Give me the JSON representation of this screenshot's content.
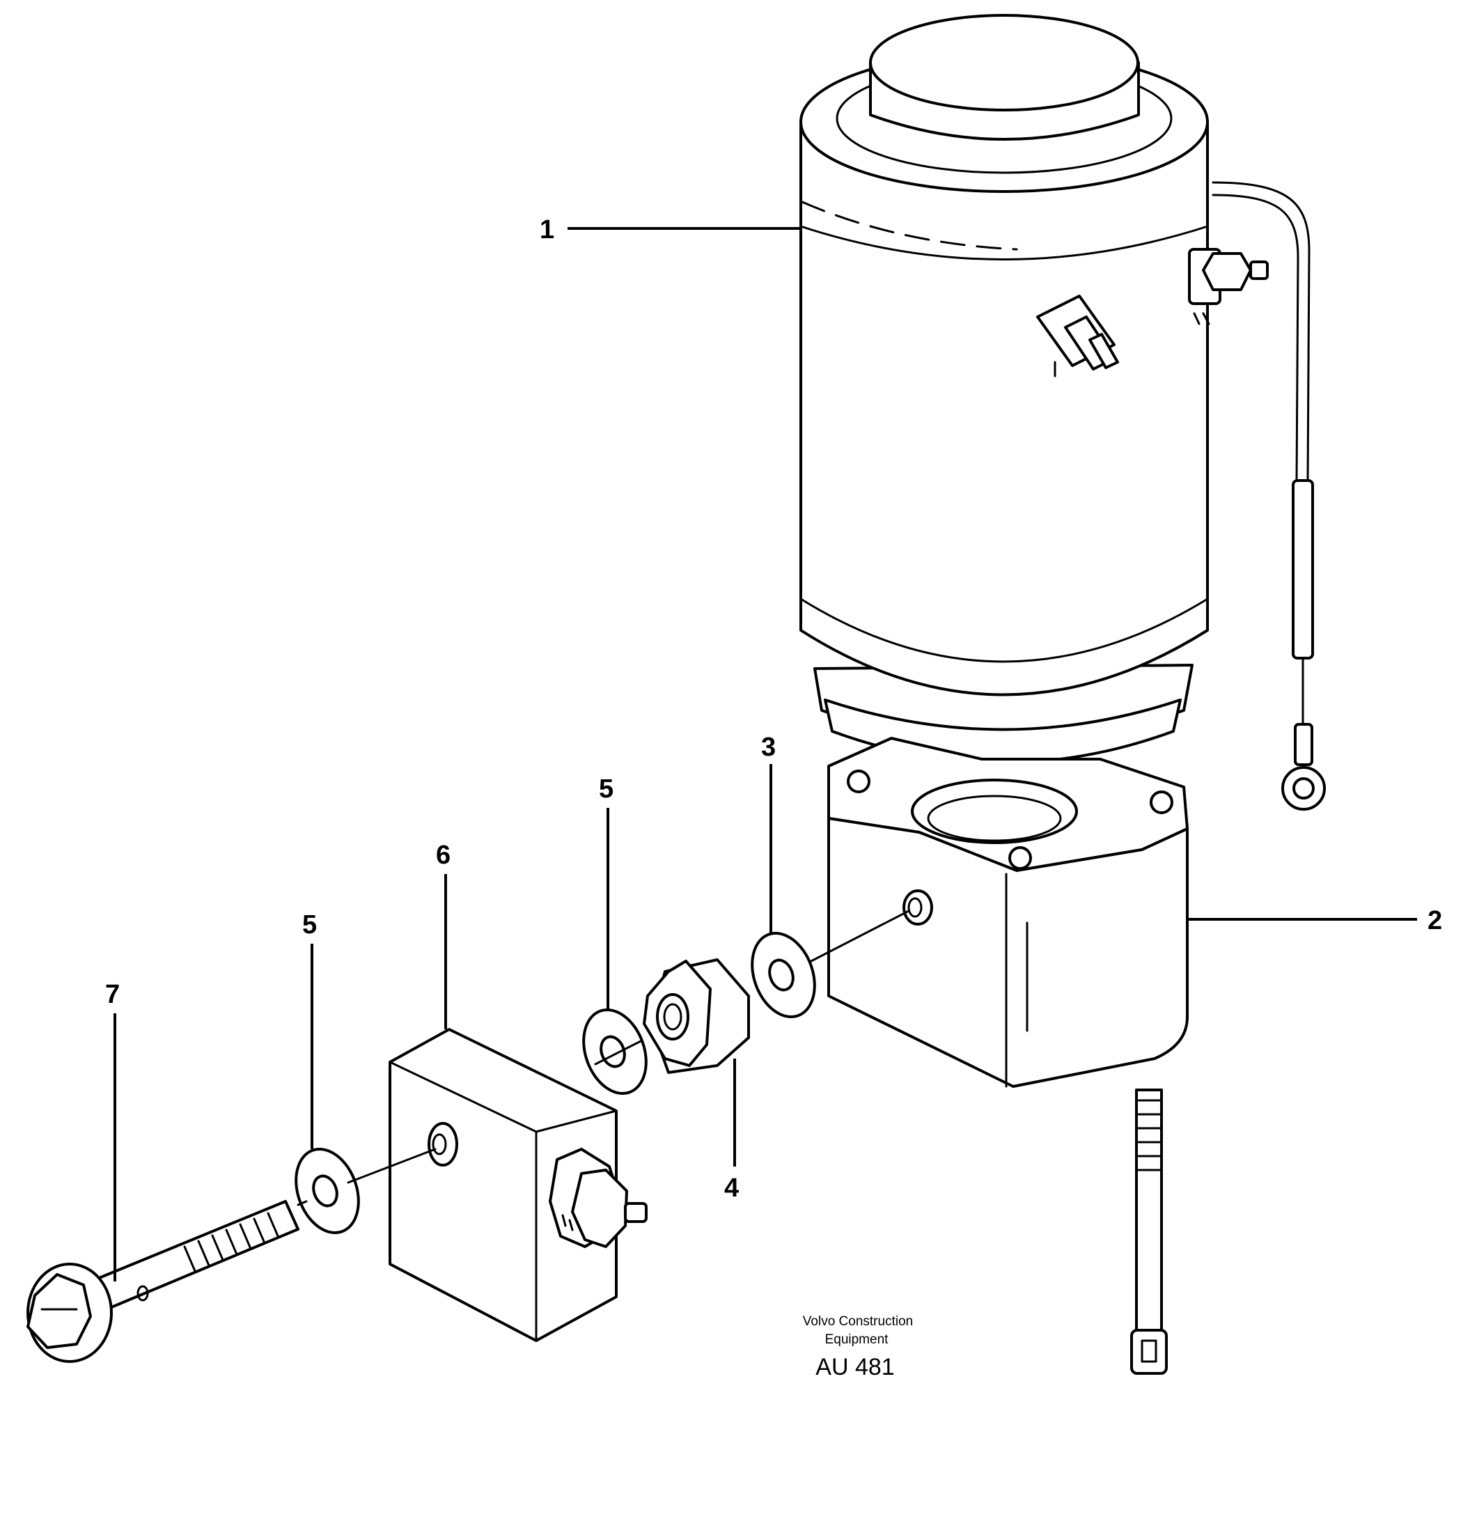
{
  "callouts": {
    "c1": "1",
    "c2": "2",
    "c3": "3",
    "c4": "4",
    "c5a": "5",
    "c5b": "5",
    "c6": "6",
    "c7": "7"
  },
  "caption": {
    "line1": "Volvo Construction",
    "line2": "Equipment",
    "code": "AU 481"
  }
}
